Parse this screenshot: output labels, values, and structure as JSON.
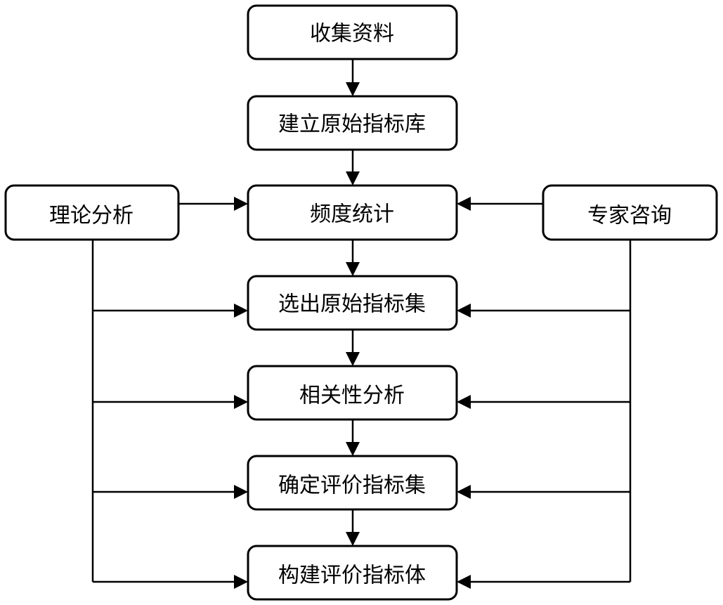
{
  "diagram": {
    "type": "flowchart",
    "line_color": "#000000",
    "box_fill": "#ffffff",
    "nodes": {
      "collect": "收集资料",
      "build_lib": "建立原始指标库",
      "freq": "频度统计",
      "select": "选出原始指标集",
      "corr": "相关性分析",
      "confirm": "确定评价指标集",
      "construct": "构建评价指标体",
      "theory": "理论分析",
      "expert": "专家咨询"
    },
    "edges": [
      {
        "from": "collect",
        "to": "build_lib"
      },
      {
        "from": "build_lib",
        "to": "freq"
      },
      {
        "from": "freq",
        "to": "select"
      },
      {
        "from": "select",
        "to": "corr"
      },
      {
        "from": "corr",
        "to": "confirm"
      },
      {
        "from": "confirm",
        "to": "construct"
      },
      {
        "from": "theory",
        "to": "freq"
      },
      {
        "from": "theory",
        "to": "select"
      },
      {
        "from": "theory",
        "to": "corr"
      },
      {
        "from": "theory",
        "to": "confirm"
      },
      {
        "from": "theory",
        "to": "construct"
      },
      {
        "from": "expert",
        "to": "freq"
      },
      {
        "from": "expert",
        "to": "select"
      },
      {
        "from": "expert",
        "to": "corr"
      },
      {
        "from": "expert",
        "to": "confirm"
      },
      {
        "from": "expert",
        "to": "construct"
      }
    ]
  }
}
